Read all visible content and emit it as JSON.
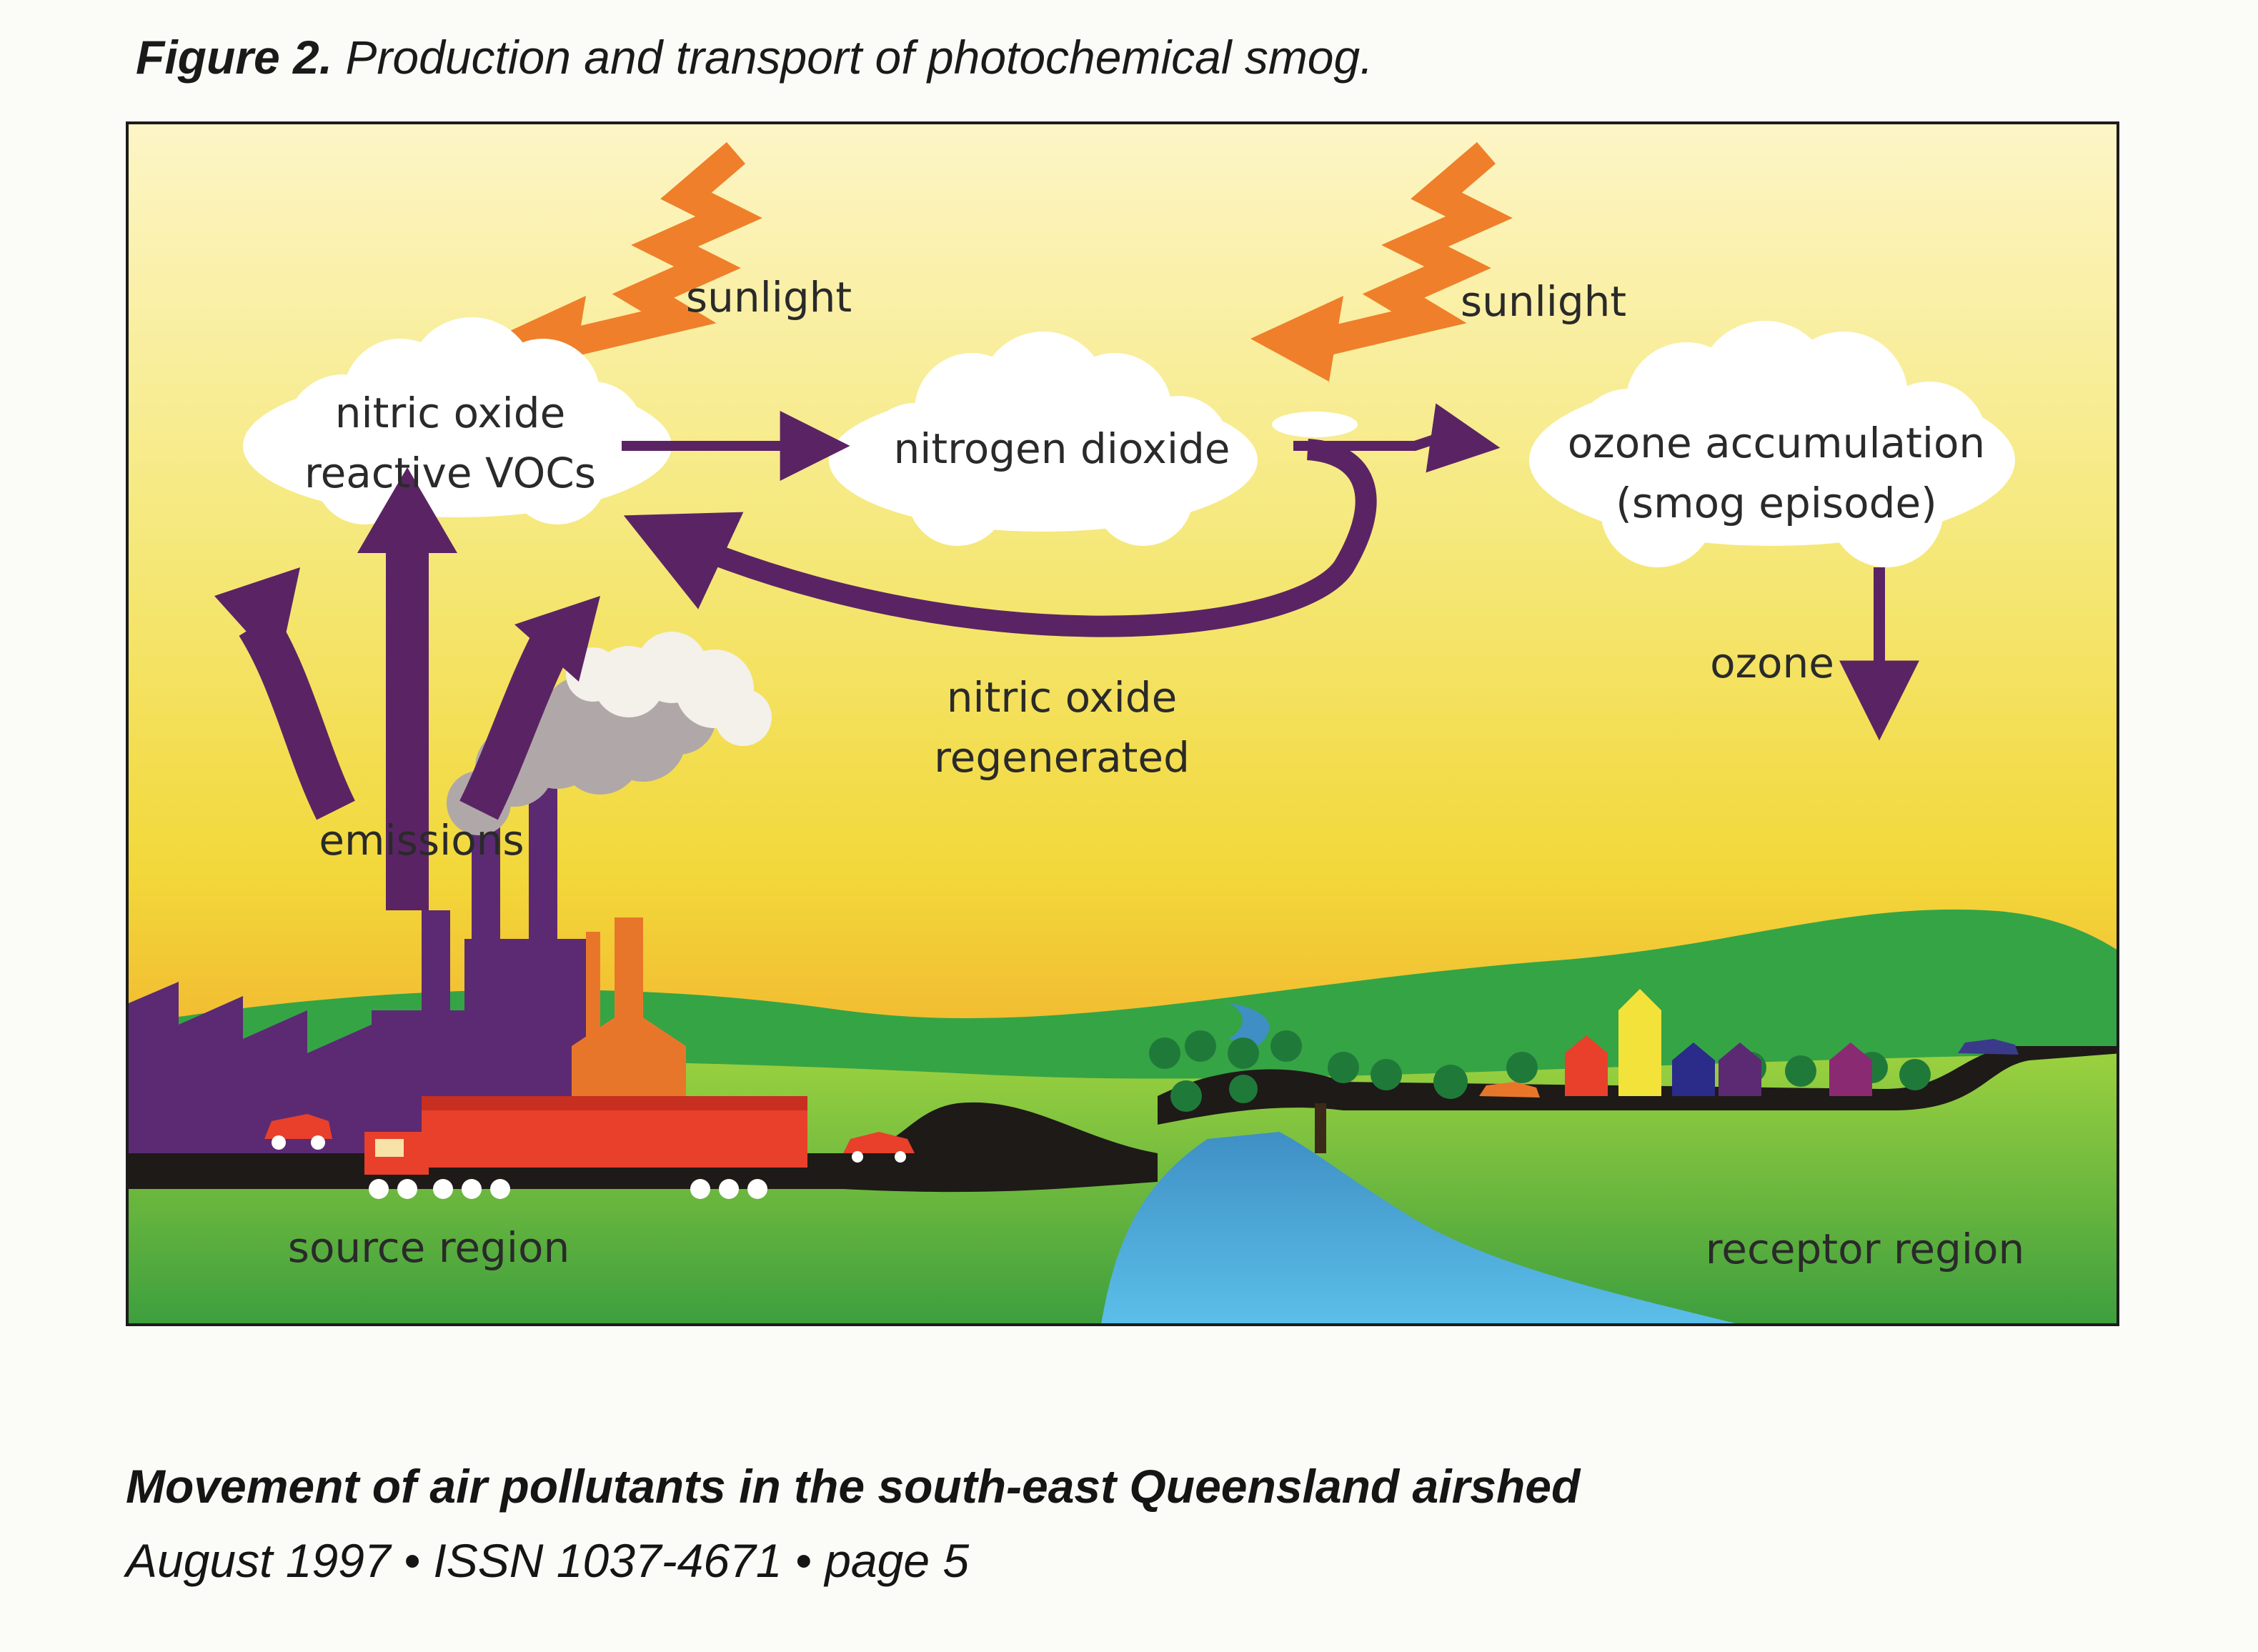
{
  "figure": {
    "label": "Figure 2.",
    "caption": "Production and transport of photochemical smog."
  },
  "diagram": {
    "sunlight_left": "sunlight",
    "sunlight_right": "sunlight",
    "cloud_1_line1": "nitric oxide",
    "cloud_1_line2": "reactive VOCs",
    "cloud_2": "nitrogen dioxide",
    "cloud_3_line1": "ozone accumulation",
    "cloud_3_line2": "(smog episode)",
    "regen_line1": "nitric oxide",
    "regen_line2": "regenerated",
    "ozone": "ozone",
    "emissions": "emissions",
    "source_region": "source region",
    "receptor_region": "receptor region"
  },
  "colors": {
    "arrow_purple": "#5a2464",
    "sun_orange": "#ef7f2a",
    "sky_top": "#fdf5c6",
    "sky_mid": "#f3df48",
    "sky_bottom": "#f2a62b",
    "hill_green": "#35a445",
    "grass_green": "#8fc73e",
    "river_blue": "#4fb0dc"
  },
  "footer": {
    "title": "Movement of air pollutants in the south-east Queensland airshed",
    "meta": "August 1997 • ISSN 1037-4671 • page 5"
  }
}
